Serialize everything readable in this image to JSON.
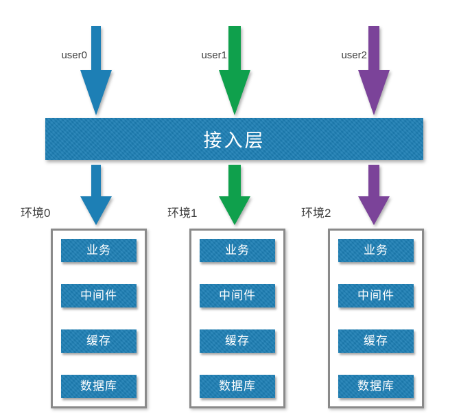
{
  "diagram": {
    "title": "multi-environment-access-diagram",
    "background": "#ffffff",
    "colors": {
      "blue": "#1d7fb5",
      "green": "#0fa04c",
      "purple": "#7b4399",
      "box_border": "#8a8a8a",
      "label_text": "#3f3f3f",
      "bar_text": "#ffffff"
    },
    "users": [
      {
        "label": "user0",
        "arrow_color": "#1d7fb5"
      },
      {
        "label": "user1",
        "arrow_color": "#0fa04c"
      },
      {
        "label": "user2",
        "arrow_color": "#7b4399"
      }
    ],
    "access_layer": {
      "label": "接入层"
    },
    "environments": [
      {
        "label": "环境0",
        "arrow_color": "#1d7fb5",
        "layers": [
          "业务",
          "中间件",
          "缓存",
          "数据库"
        ]
      },
      {
        "label": "环境1",
        "arrow_color": "#0fa04c",
        "layers": [
          "业务",
          "中间件",
          "缓存",
          "数据库"
        ]
      },
      {
        "label": "环境2",
        "arrow_color": "#7b4399",
        "layers": [
          "业务",
          "中间件",
          "缓存",
          "数据库"
        ]
      }
    ]
  }
}
